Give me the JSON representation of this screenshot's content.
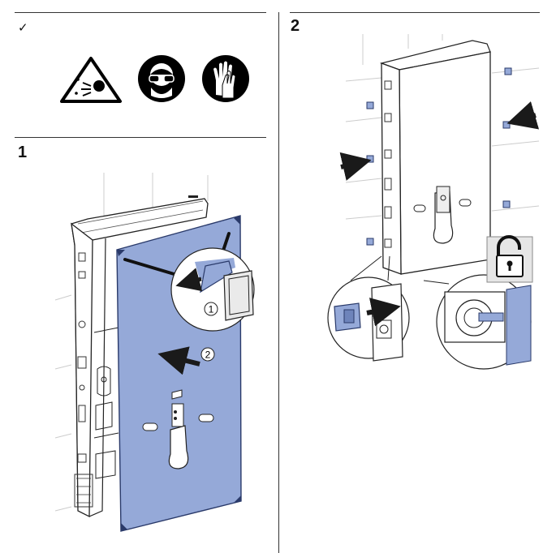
{
  "sections": {
    "prep": {
      "marker": "✓"
    },
    "step1": {
      "number": "1",
      "callout_1": "1",
      "callout_2": "2"
    },
    "step2": {
      "number": "2"
    }
  },
  "icons": {
    "warning": "flying-debris-warning-icon",
    "goggles": "wear-goggles-icon",
    "gloves": "wear-gloves-icon",
    "unlock": "unlocked-padlock-icon"
  },
  "colors": {
    "panel": "#95a9d8",
    "panel_edge": "#2a3a6a",
    "line": "#222222",
    "grid": "#cccccc",
    "arrow": "#1a1a1a"
  }
}
